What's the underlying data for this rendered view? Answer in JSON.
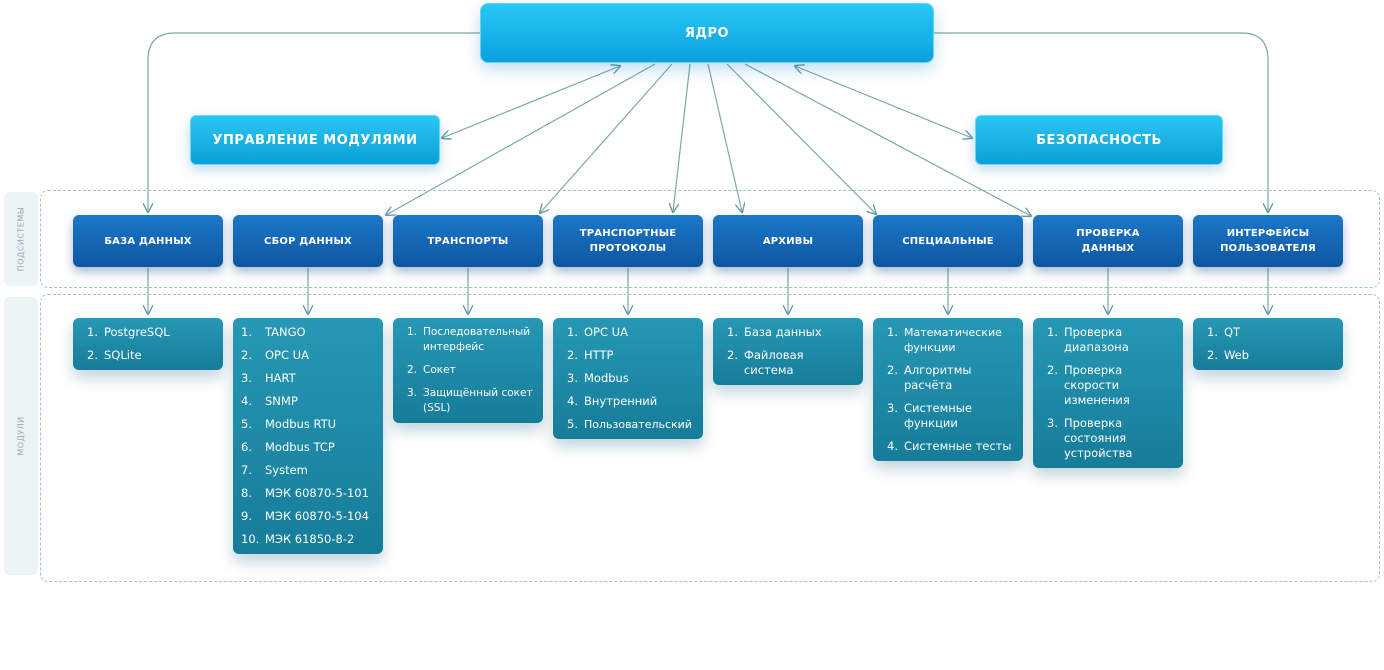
{
  "core": {
    "label": "ЯДРО"
  },
  "top": {
    "module_mgmt": "УПРАВЛЕНИЕ МОДУЛЯМИ",
    "security": "БЕЗОПАСНОСТЬ"
  },
  "bands": {
    "subsystems": "ПОДСИСТЕМЫ",
    "modules": "МОДУЛИ"
  },
  "subsystems": [
    {
      "label": "БАЗА ДАННЫХ",
      "modules": [
        "PostgreSQL",
        "SQLite"
      ]
    },
    {
      "label": "СБОР ДАННЫХ",
      "modules": [
        "TANGO",
        "OPC UA",
        "HART",
        "SNMP",
        "Modbus RTU",
        "Modbus TCP",
        "System",
        "МЭК 60870-5-101",
        "МЭК 60870-5-104",
        "МЭК 61850-8-2"
      ]
    },
    {
      "label": "ТРАНСПОРТЫ",
      "modules": [
        "Последовательный интерфейс",
        "Сокет",
        "Защищённый сокет (SSL)"
      ]
    },
    {
      "label": "ТРАНСПОРТНЫЕ ПРОТОКОЛЫ",
      "modules": [
        "OPC UA",
        "HTTP",
        "Modbus",
        "Внутренний",
        "Пользовательский"
      ]
    },
    {
      "label": "АРХИВЫ",
      "modules": [
        "База данных",
        "Файловая система"
      ]
    },
    {
      "label": "СПЕЦИАЛЬНЫЕ",
      "modules": [
        "Математические функции",
        "Алгоритмы расчёта",
        "Системные функции",
        "Системные тесты"
      ]
    },
    {
      "label": "ПРОВЕРКА ДАННЫХ",
      "modules": [
        "Проверка диапазона",
        "Проверка скорости изменения",
        "Проверка состояния устройства"
      ]
    },
    {
      "label": "ИНТЕРФЕЙСЫ ПОЛЬЗОВАТЕЛЯ",
      "modules": [
        "QT",
        "Web"
      ]
    }
  ]
}
